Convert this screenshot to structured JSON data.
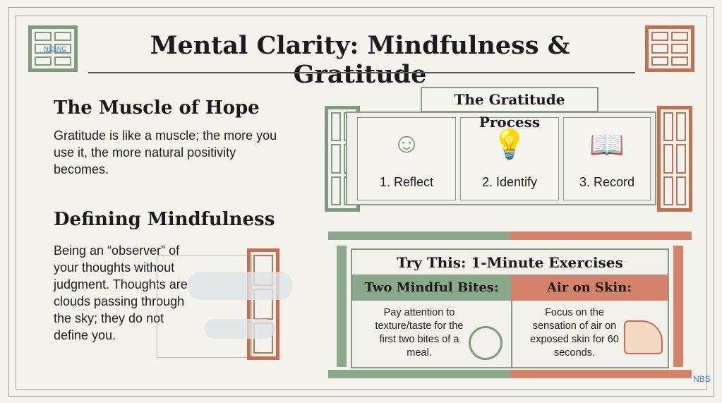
{
  "title": "Mental Clarity: Mindfulness & Gratitude",
  "watermark_left": "NCSNC",
  "watermark_right": "NBS",
  "muscle": {
    "heading": "The Muscle of Hope",
    "text": "Gratitude is like a muscle; the more you use it, the more natural positivity becomes."
  },
  "mindfulness": {
    "heading": "Defining Mindfulness",
    "text": "Being an “observer” of your thoughts without judgment. Thoughts are clouds passing through the sky; they do not define you."
  },
  "process": {
    "heading": "The Gratitude Process",
    "steps": [
      {
        "label": "1. Reflect",
        "icon": "person-thinking-icon"
      },
      {
        "label": "2. Identify",
        "icon": "lightbulb-icon"
      },
      {
        "label": "3. Record",
        "icon": "journal-icon"
      }
    ]
  },
  "exercises": {
    "heading": "Try This: 1-Minute Exercises",
    "items": [
      {
        "title": "Two Mindful Bites:",
        "text": "Pay attention to texture/taste for the first two bites of a meal.",
        "icon": "plate-icon"
      },
      {
        "title": "Air on Skin:",
        "text": "Focus on the sensation of air on exposed skin for 60 seconds.",
        "icon": "arm-air-icon"
      }
    ]
  },
  "colors": {
    "green": "#8aa88a",
    "terracotta": "#d4836a",
    "background": "#f3f2ec"
  }
}
